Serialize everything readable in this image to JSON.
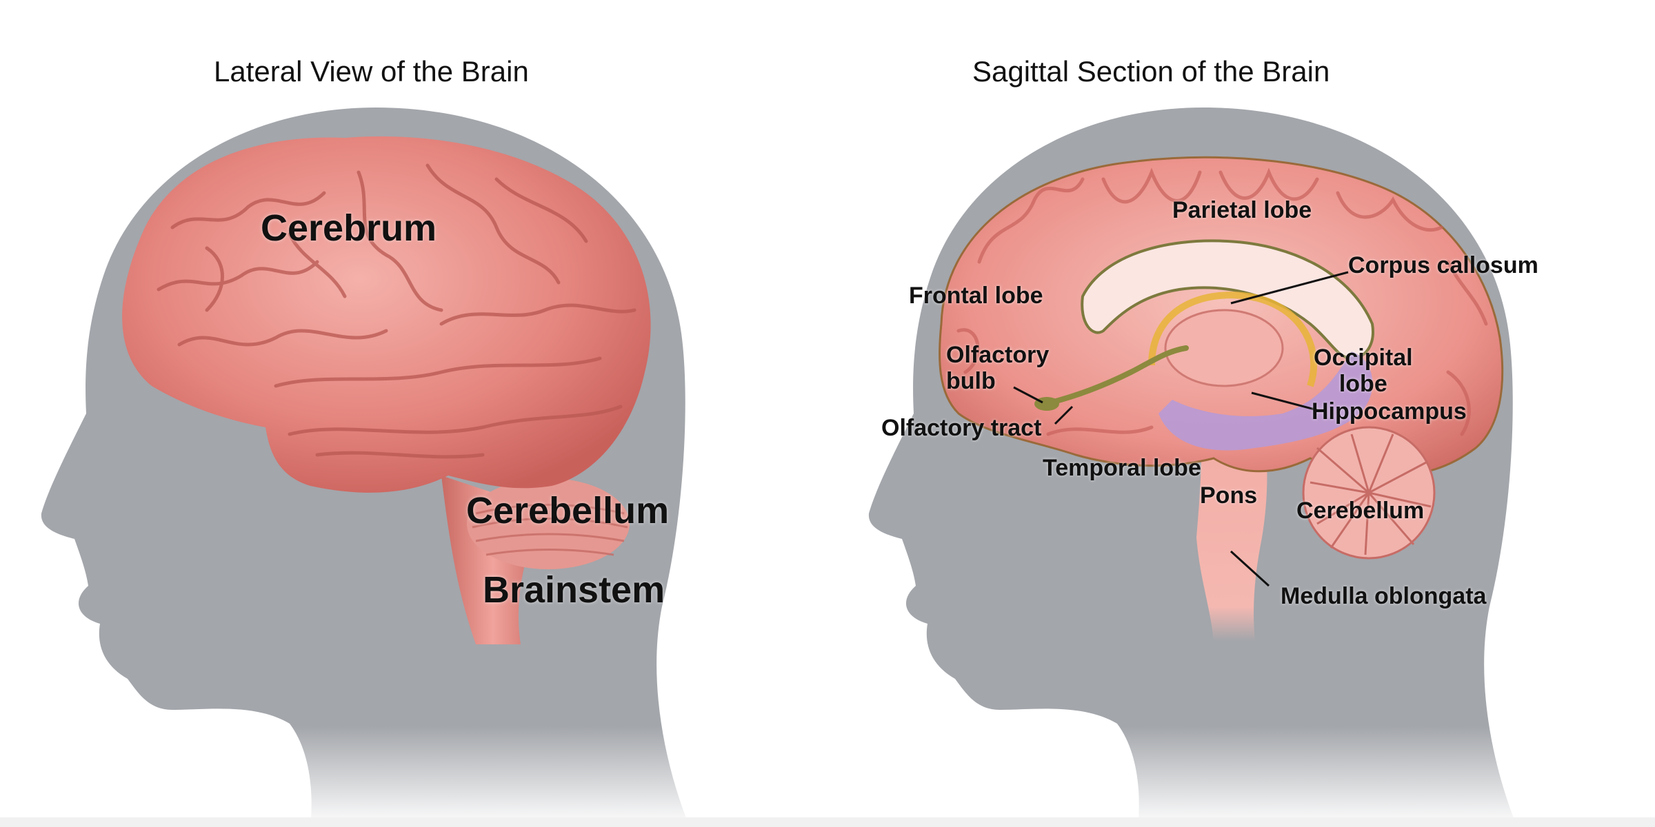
{
  "colors": {
    "silhouette": "#a3a6ab",
    "brain": "#e88a85",
    "brain_dark": "#c35f5b",
    "brain_light": "#f6bcb5",
    "limbic": "#b79ad6",
    "gold": "#e7b437",
    "olive": "#9a8d4a"
  },
  "left_panel": {
    "title": "Lateral View of the Brain",
    "labels": {
      "cerebrum": "Cerebrum",
      "cerebellum": "Cerebellum",
      "brainstem": "Brainstem"
    }
  },
  "right_panel": {
    "title": "Sagittal Section of the Brain",
    "labels": {
      "parietal_lobe": "Parietal lobe",
      "corpus_callosum": "Corpus callosum",
      "frontal_lobe": "Frontal lobe",
      "olfactory_bulb_line1": "Olfactory",
      "olfactory_bulb_line2": "bulb",
      "occipital_lobe_line1": "Occipital",
      "occipital_lobe_line2": "lobe",
      "hippocampus": "Hippocampus",
      "olfactory_tract": "Olfactory tract",
      "temporal_lobe": "Temporal lobe",
      "pons": "Pons",
      "cerebellum": "Cerebellum",
      "medulla_oblongata": "Medulla oblongata"
    }
  }
}
